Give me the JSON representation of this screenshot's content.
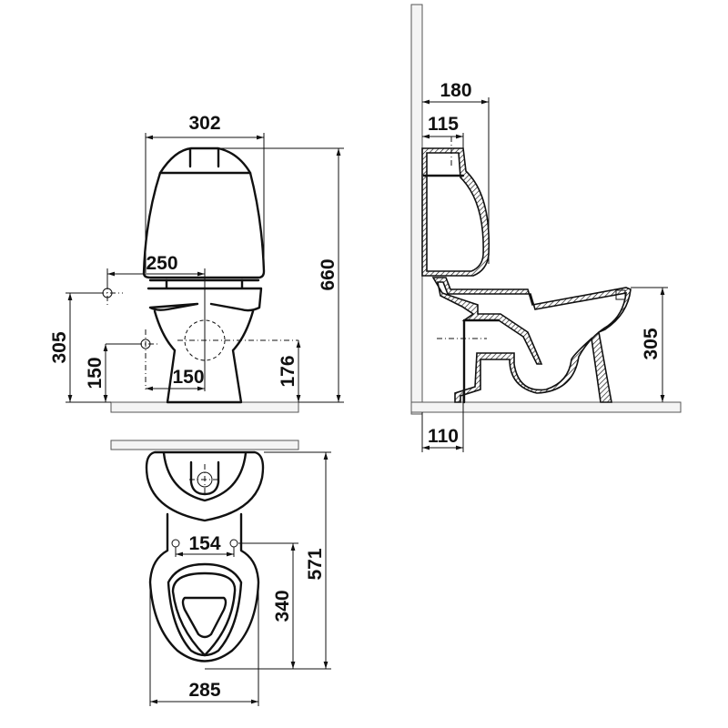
{
  "title": "Toilet dimension drawing",
  "front_view": {
    "width_tank": "302",
    "height_total": "660",
    "inlet_horizontal": "250",
    "inlet_height": "305",
    "drain_offset_height": "150",
    "drain_offset_horizontal": "150",
    "outlet_height": "176"
  },
  "side_view": {
    "depth_tank": "180",
    "inlet_from_wall": "115",
    "seat_height": "305",
    "outlet_from_wall": "110"
  },
  "top_view": {
    "bolt_spacing": "154",
    "bolt_to_front": "340",
    "total_depth": "571",
    "bowl_width": "285"
  },
  "colors": {
    "line": "#111111",
    "slab": "#f4f4f4"
  }
}
